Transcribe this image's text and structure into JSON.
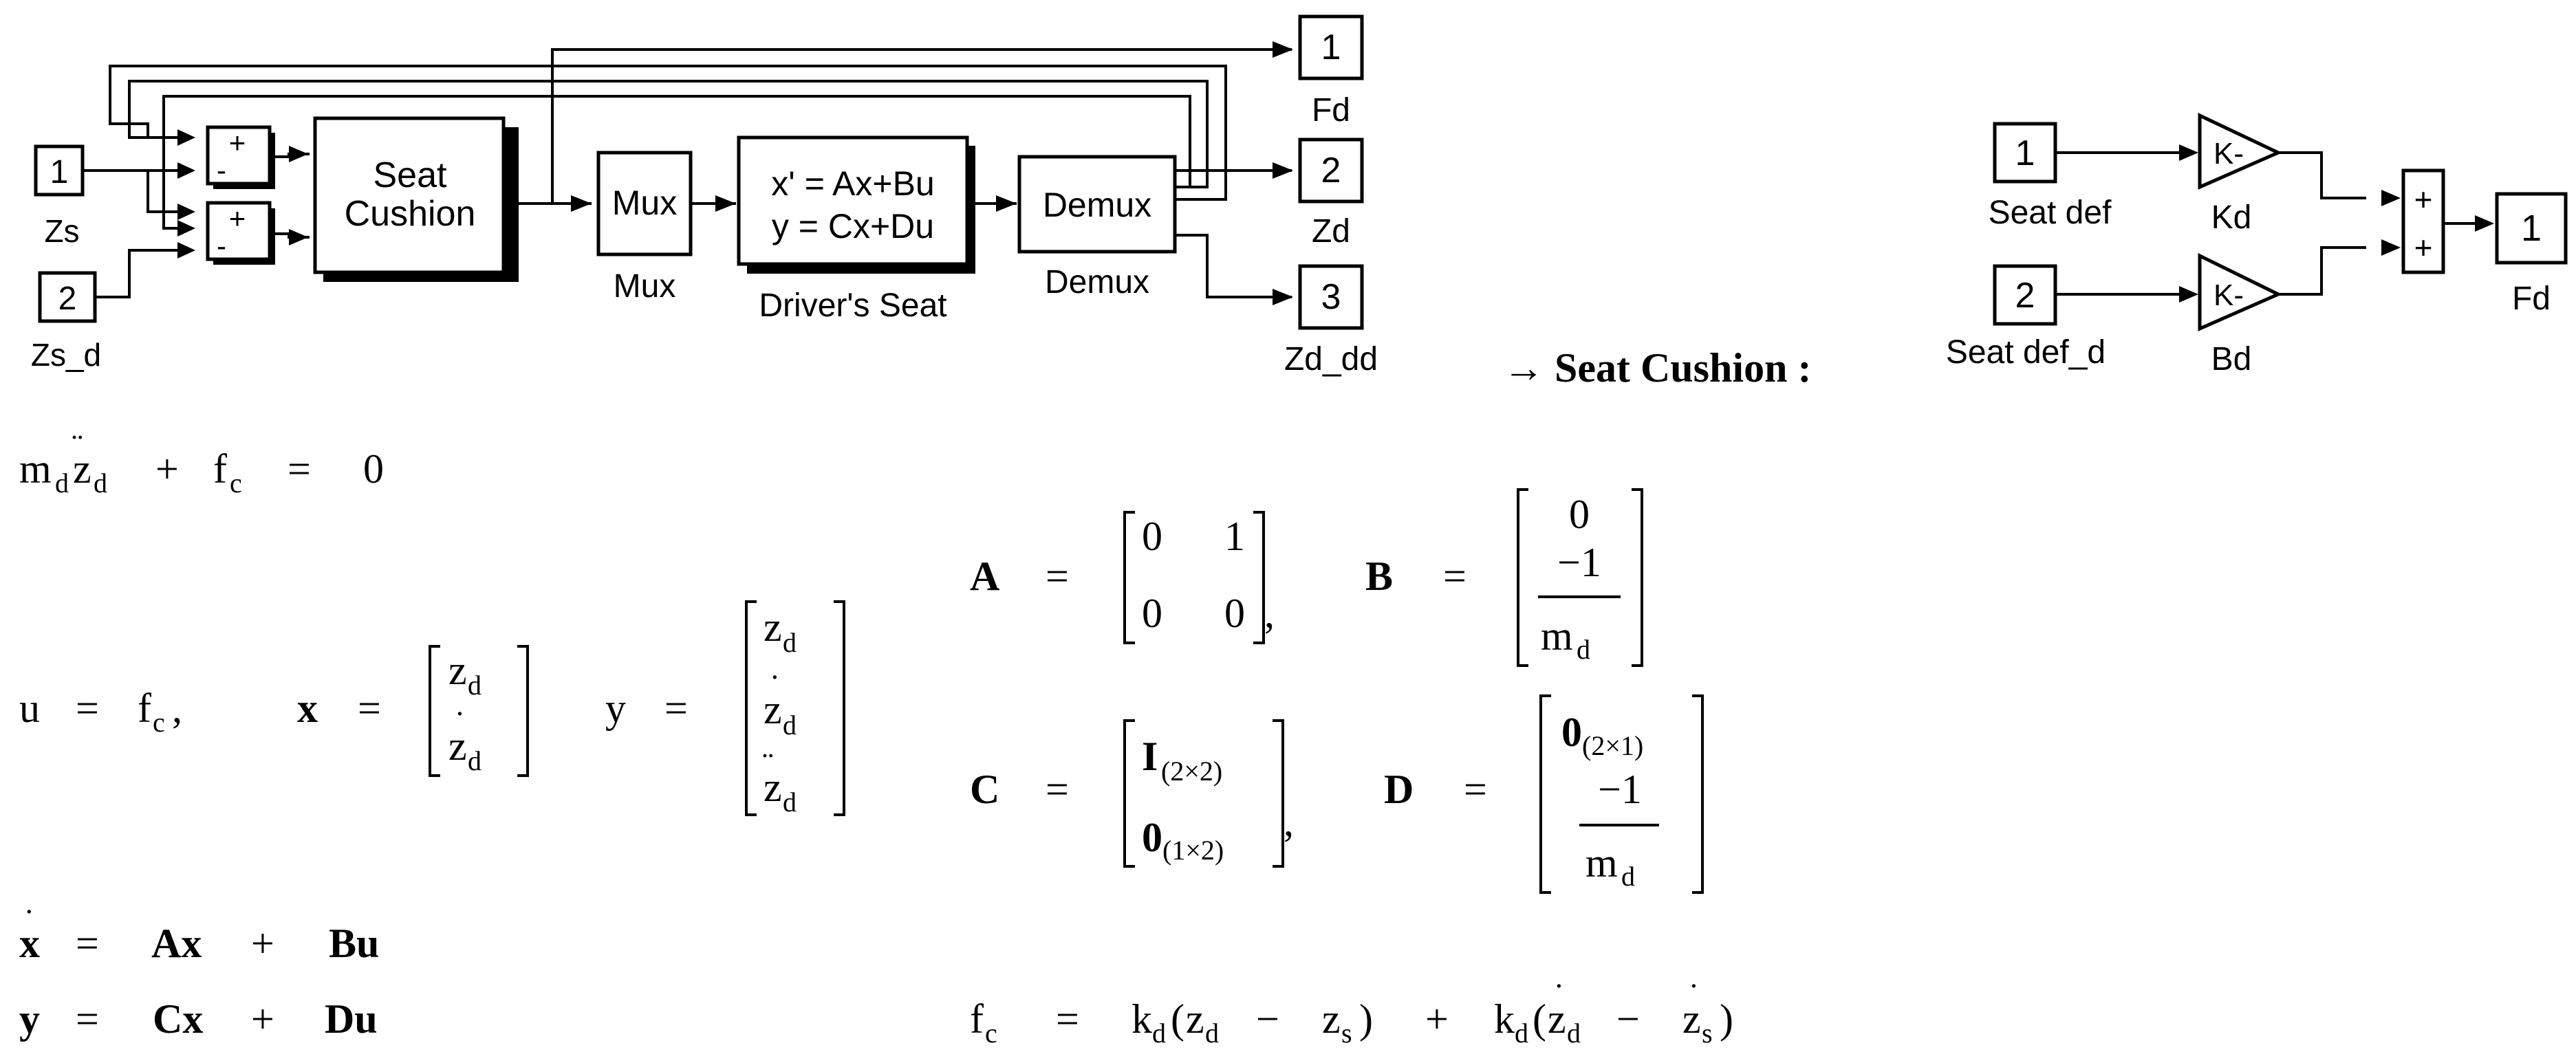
{
  "driver_model": {
    "inports": [
      {
        "number": "1",
        "label": "Zs"
      },
      {
        "number": "2",
        "label": "Zs_d"
      }
    ],
    "sum_signs": [
      "+",
      "-"
    ],
    "seat_cushion": {
      "line1": "Seat",
      "line2": "Cushion"
    },
    "mux": {
      "text": "Mux",
      "label": "Mux"
    },
    "state_space": {
      "line1": "x' = Ax+Bu",
      "line2": "y = Cx+Du",
      "label": "Driver's Seat"
    },
    "demux": {
      "text": "Demux",
      "label": "Demux"
    },
    "outports": [
      {
        "number": "1",
        "label": "Fd"
      },
      {
        "number": "2",
        "label": "Zd"
      },
      {
        "number": "3",
        "label": "Zd_dd"
      }
    ]
  },
  "cushion_subsystem": {
    "heading": "→ Seat Cushion :",
    "inports": [
      {
        "number": "1",
        "label": "Seat def"
      },
      {
        "number": "2",
        "label": "Seat def_d"
      }
    ],
    "gains": [
      {
        "text": "K-",
        "label": "Kd"
      },
      {
        "text": "K-",
        "label": "Bd"
      }
    ],
    "sum_signs": [
      "+",
      "+"
    ],
    "outport": {
      "number": "1",
      "label": "Fd"
    }
  },
  "equations": {
    "m": "m",
    "d": "d",
    "c": "c",
    "s": "s",
    "f": "f",
    "z": "z",
    "u": "u",
    "y": "y",
    "x": "x",
    "eq": "=",
    "plus": "+",
    "minus": "−",
    "zero": "0",
    "one": "1",
    "neg_one": "−1",
    "comma": ",",
    "A": "A",
    "B": "B",
    "C": "C",
    "D": "D",
    "Ax": "Ax",
    "Bu": "Bu",
    "Cx": "Cx",
    "Du": "Du",
    "k": "k",
    "I": "I",
    "bold_zero": "0",
    "sub_2x2": "(2×2)",
    "sub_1x2": "(1×2)",
    "sub_2x1": "(2×1)",
    "lparen": "(",
    "rparen": ")"
  }
}
